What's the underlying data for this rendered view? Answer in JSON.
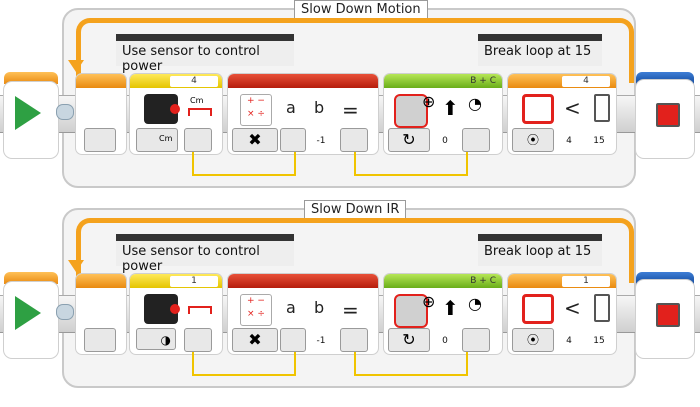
{
  "programs": [
    {
      "loop_title": "Slow Down Motion",
      "comment_left": "Use sensor to control power",
      "comment_right": "Break loop at 15",
      "sensor_port": "4",
      "motor_ports": "B + C",
      "loop_sensor_port": "4",
      "sensor_unit_icon": "Cm",
      "sensor_mode": "Cm",
      "math_var_a": "a",
      "math_var_b": "b",
      "math_eq": "=",
      "math_b_value": "-1",
      "motor_value": "0",
      "compare_symbol": "<",
      "compare_mode": "4",
      "threshold": "15"
    },
    {
      "loop_title": "Slow Down IR",
      "comment_left": "Use sensor to control power",
      "comment_right": "Break loop at 15",
      "sensor_port": "1",
      "motor_ports": "B + C",
      "loop_sensor_port": "1",
      "math_var_a": "a",
      "math_var_b": "b",
      "math_eq": "=",
      "math_b_value": "-1",
      "motor_value": "0",
      "compare_symbol": "<",
      "compare_mode": "4",
      "threshold": "15"
    }
  ],
  "colors": {
    "loop_arc": "#f4a21d",
    "start_play": "#2ea043",
    "stop": "#e2211c",
    "sensor_bar": "#f5d400",
    "math_bar": "#d2321e",
    "motor_bar": "#8cc63f",
    "loop_bar": "#f39c12",
    "end_bar": "#1f5fb8"
  }
}
